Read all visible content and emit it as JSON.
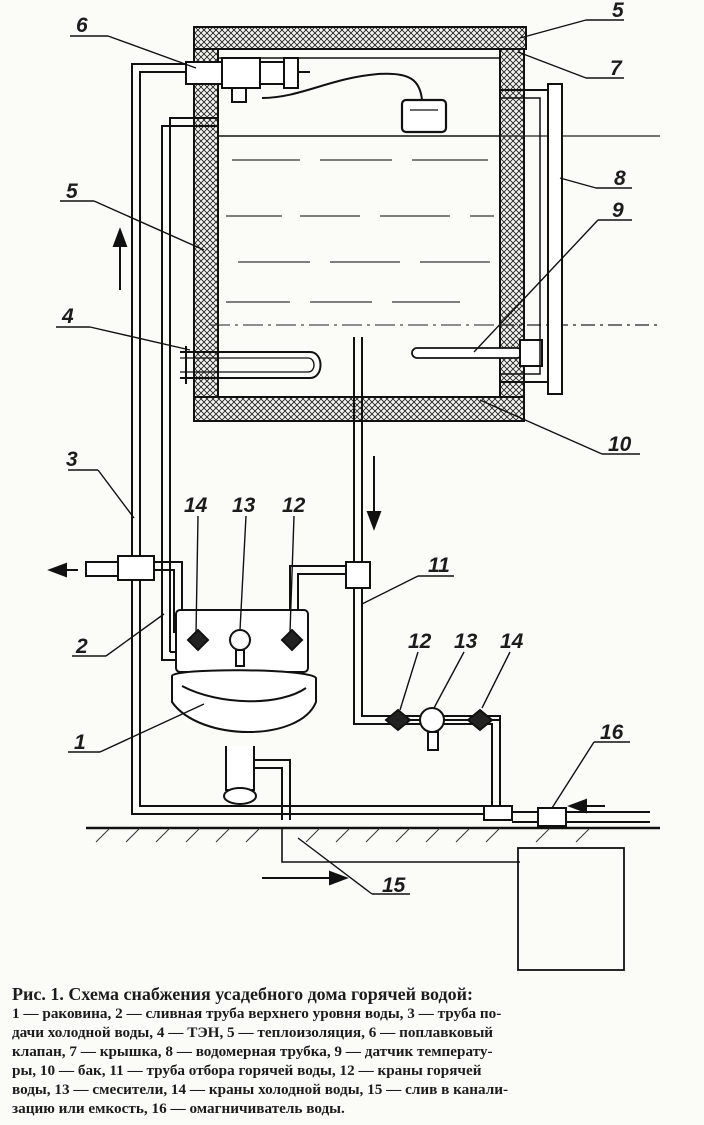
{
  "figure": {
    "labels": {
      "l1": "1",
      "l2": "2",
      "l3": "3",
      "l4": "4",
      "l5a": "5",
      "l5b": "5",
      "l6": "6",
      "l7": "7",
      "l8": "8",
      "l9": "9",
      "l10": "10",
      "l11": "11",
      "l12a": "12",
      "l13a": "13",
      "l14a": "14",
      "l12b": "12",
      "l13b": "13",
      "l14b": "14",
      "l15": "15",
      "l16": "16"
    }
  },
  "caption": {
    "title": "Рис. 1. Схема снабжения усадебного дома горячей водой:",
    "lines": [
      "1 — раковина, 2 — сливная труба верхнего уровня воды, 3 — труба по-",
      "дачи холодной воды, 4 — ТЭН, 5 — теплоизоляция, 6 — поплавковый",
      "клапан, 7 — крышка, 8 — водомерная трубка, 9 — датчик температу-",
      "ры, 10 — бак, 11 — труба отбора горячей воды, 12 — краны горячей",
      "воды, 13 — смесители, 14 — краны холодной воды, 15 — слив в канали-",
      "зацию или емкость, 16 — омагничиватель воды."
    ]
  }
}
